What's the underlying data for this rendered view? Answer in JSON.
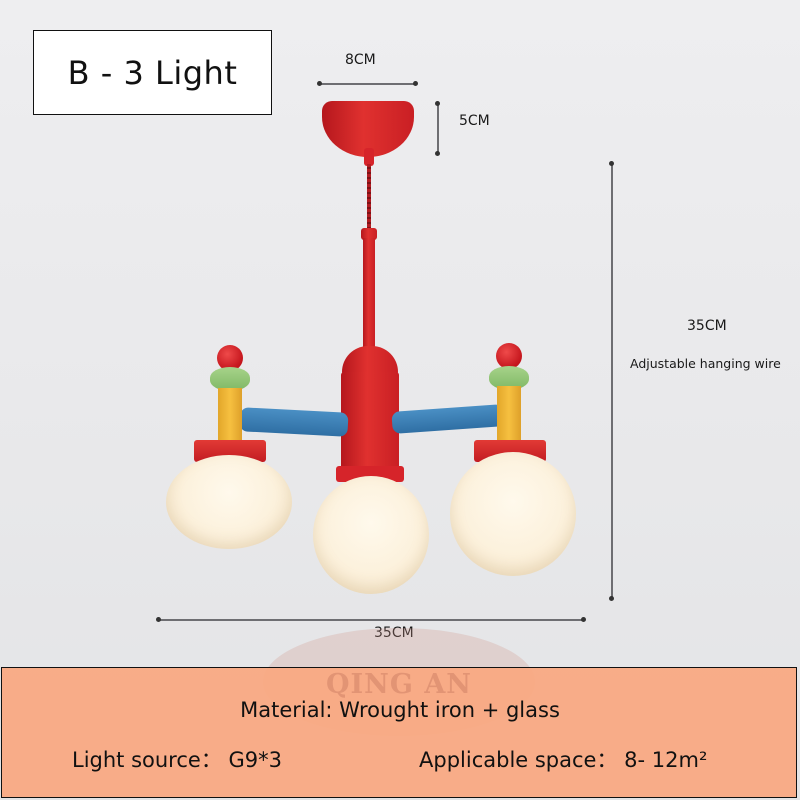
{
  "title_label": "B - 3 Light",
  "dimensions": {
    "canopy_width": "8CM",
    "canopy_height": "5CM",
    "hanging_height": "35CM",
    "hanging_note": "Adjustable hanging wire",
    "total_width": "35CM"
  },
  "watermark": "QING AN",
  "specs": {
    "material": "Material: Wrought iron + glass",
    "light_source": "Light source：  G9*3",
    "applicable_space": "Applicable space：  8- 12m²"
  },
  "colors": {
    "background": "#ebebed",
    "lamp_red": "#d6242a",
    "arm_blue": "#3b7db5",
    "post_yellow": "#f2b936",
    "ring_green": "#96c878",
    "glass_globe": "#fcf3e1",
    "spec_panel": "#faa880"
  }
}
